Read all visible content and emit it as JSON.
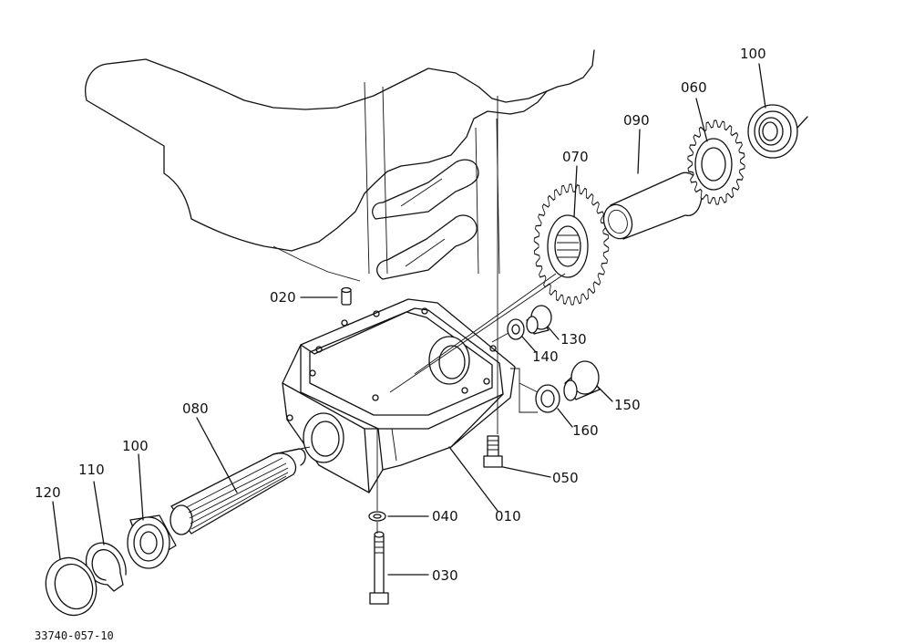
{
  "diagram": {
    "drawing_number": "33740-057-10",
    "callouts": [
      {
        "id": "c100a",
        "label": "100"
      },
      {
        "id": "c060",
        "label": "060"
      },
      {
        "id": "c090",
        "label": "090"
      },
      {
        "id": "c070",
        "label": "070"
      },
      {
        "id": "c020",
        "label": "020"
      },
      {
        "id": "c130",
        "label": "130"
      },
      {
        "id": "c140",
        "label": "140"
      },
      {
        "id": "c150",
        "label": "150"
      },
      {
        "id": "c160",
        "label": "160"
      },
      {
        "id": "c080",
        "label": "080"
      },
      {
        "id": "c050",
        "label": "050"
      },
      {
        "id": "c010",
        "label": "010"
      },
      {
        "id": "c040",
        "label": "040"
      },
      {
        "id": "c030",
        "label": "030"
      },
      {
        "id": "c100b",
        "label": "100"
      },
      {
        "id": "c110",
        "label": "110"
      },
      {
        "id": "c120",
        "label": "120"
      }
    ]
  }
}
